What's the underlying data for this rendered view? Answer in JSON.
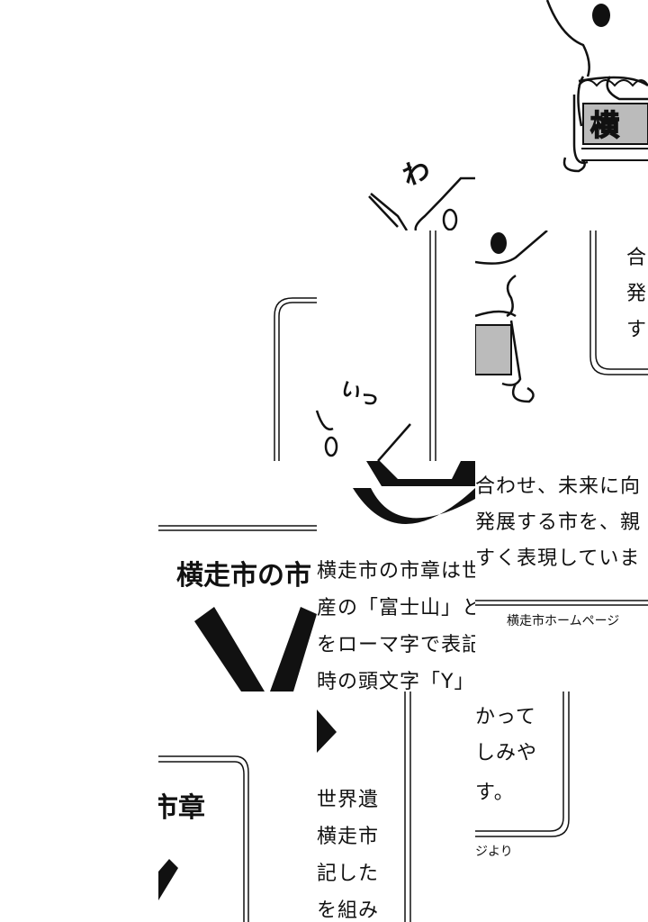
{
  "speech": {
    "wa": "わ",
    "ii": "いっ"
  },
  "mawashi_char": "横",
  "heading": {
    "left_fragment": "横走市の市",
    "bottom_fragment": "市章"
  },
  "description": {
    "col_a": [
      "横走市の市章は世",
      "産の「富士山」と",
      "をローマ字で表記",
      "時の頭文字「Y」"
    ],
    "col_b": [
      "合わせ、未来に向",
      "発展する市を、親",
      "すく表現していま"
    ],
    "col_c": [
      "かって",
      "しみや",
      "す。"
    ],
    "col_d": [
      "世界遺",
      "横走市",
      "記した",
      "を組み"
    ],
    "col_e": [
      "合",
      "発",
      "す"
    ]
  },
  "source": {
    "main": "横走市ホームページ",
    "tail": "ジより"
  }
}
